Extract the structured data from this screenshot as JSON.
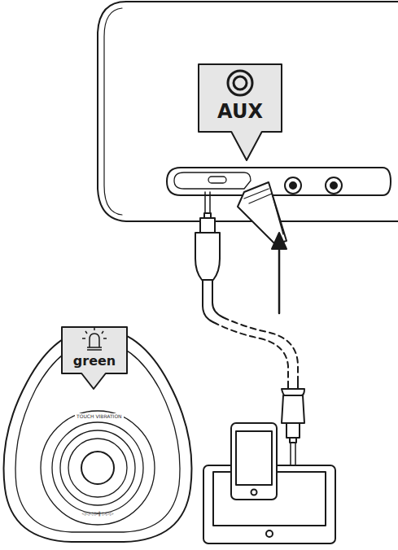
{
  "diagram": {
    "nodes": [
      {
        "text": [
          "AUX"
        ]
      },
      {
        "text": [
          "green"
        ]
      }
    ],
    "labels": [
      "TOUCH VIBRATION"
    ]
  }
}
